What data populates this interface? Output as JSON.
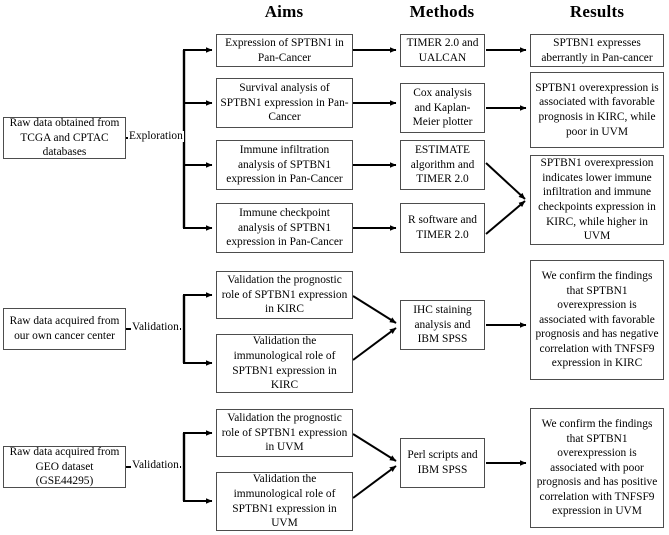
{
  "figure": {
    "type": "flowchart",
    "orientation": "left-to-right",
    "columns": [
      {
        "id": "aims",
        "label": "Aims"
      },
      {
        "id": "methods",
        "label": "Methods"
      },
      {
        "id": "results",
        "label": "Results"
      }
    ]
  },
  "sources": [
    {
      "id": "src-exploration",
      "text": "Raw data obtained from TCGA and CPTAC databases"
    },
    {
      "id": "src-validation-center",
      "text": "Raw data acquired from our own cancer center"
    },
    {
      "id": "src-validation-geo",
      "text": "Raw data acquired from GEO dataset (GSE44295)"
    }
  ],
  "edge_labels": [
    {
      "id": "edge-exploration",
      "text": "Exploration"
    },
    {
      "id": "edge-validation-center",
      "text": "Validation"
    },
    {
      "id": "edge-validation-geo",
      "text": "Validation"
    }
  ],
  "aims": [
    {
      "id": "aim-expression",
      "text": "Expression of SPTBN1 in Pan-Cancer"
    },
    {
      "id": "aim-survival",
      "text": "Survival analysis of SPTBN1 expression in Pan-Cancer"
    },
    {
      "id": "aim-immune-infiltration",
      "text": "Immune infiltration analysis of SPTBN1 expression in Pan-Cancer"
    },
    {
      "id": "aim-immune-checkpoint",
      "text": "Immune checkpoint analysis of SPTBN1 expression in Pan-Cancer"
    },
    {
      "id": "aim-prognostic-kirc",
      "text": "Validation the prognostic role of SPTBN1 expression in KIRC"
    },
    {
      "id": "aim-immunological-kirc",
      "text": "Validation the immunological role of SPTBN1 expression in KIRC"
    },
    {
      "id": "aim-prognostic-uvm",
      "text": "Validation the prognostic role of SPTBN1 expression in UVM"
    },
    {
      "id": "aim-immunological-uvm",
      "text": "Validation the immunological role of SPTBN1 expression in UVM"
    }
  ],
  "methods": [
    {
      "id": "method-timer-ualcan",
      "text": "TIMER 2.0 and UALCAN"
    },
    {
      "id": "method-cox-km",
      "text": "Cox analysis and Kaplan-Meier plotter"
    },
    {
      "id": "method-estimate-timer",
      "text": "ESTIMATE algorithm and TIMER 2.0"
    },
    {
      "id": "method-r-timer",
      "text": "R software and TIMER 2.0"
    },
    {
      "id": "method-ihc-spss",
      "text": "IHC staining analysis and IBM SPSS"
    },
    {
      "id": "method-perl-spss",
      "text": "Perl scripts and IBM SPSS"
    }
  ],
  "results": [
    {
      "id": "result-aberrant-expression",
      "text": "SPTBN1 expresses aberrantly in Pan-cancer"
    },
    {
      "id": "result-prognosis",
      "text": "SPTBN1 overexpression is associated with favorable prognosis in KIRC, while poor in UVM"
    },
    {
      "id": "result-immune",
      "text": "SPTBN1 overexpression indicates lower immune infiltration and immune checkpoints expression in KIRC, while higher in UVM"
    },
    {
      "id": "result-confirm-kirc",
      "text": "We confirm the findings that SPTBN1 overexpression is associated with favorable prognosis and has negative correlation with TNFSF9 expression in KIRC"
    },
    {
      "id": "result-confirm-uvm",
      "text": "We confirm the findings that SPTBN1 overexpression is associated with poor prognosis and has positive correlation with TNFSF9 expression in UVM"
    }
  ],
  "colors": {
    "background": "#ffffff",
    "box_border": "#4d4d4d",
    "text": "#000000",
    "arrow": "#000000"
  }
}
